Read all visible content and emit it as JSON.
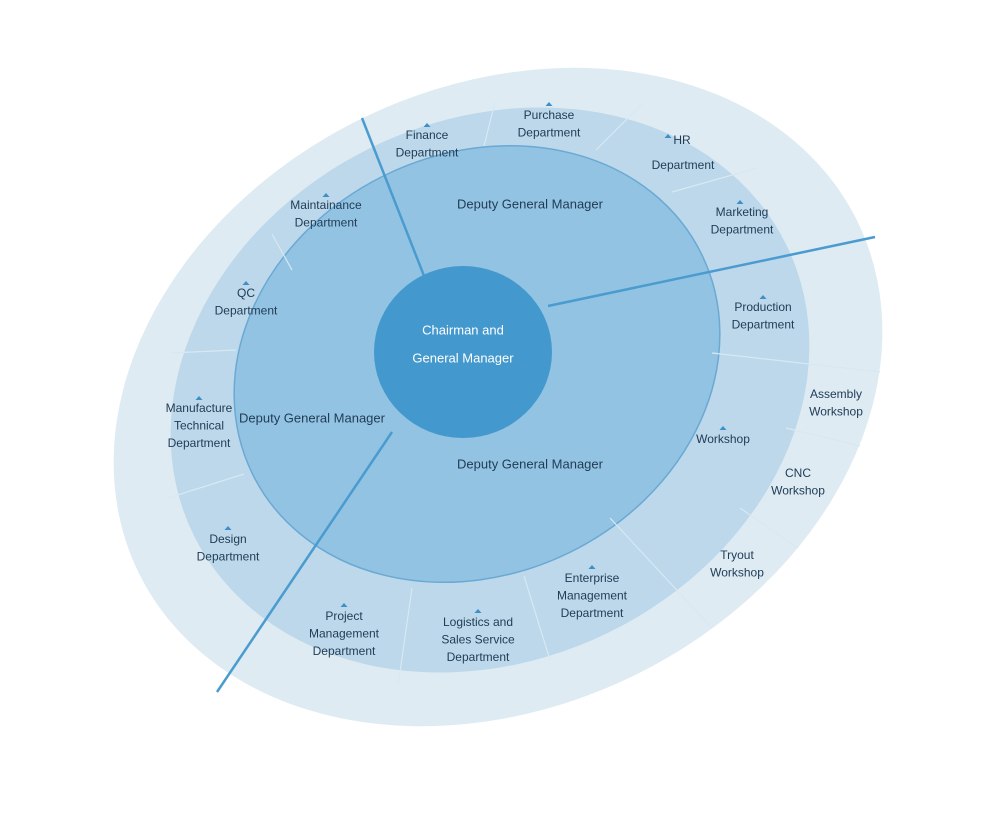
{
  "center": {
    "lines": [
      "Chairman and",
      "General Manager"
    ]
  },
  "deputies": [
    {
      "id": "top",
      "label": "Deputy General Manager"
    },
    {
      "id": "left",
      "label": "Deputy General Manager"
    },
    {
      "id": "bottom",
      "label": "Deputy General Manager"
    }
  ],
  "departments": [
    {
      "id": "finance",
      "lines": [
        "Finance",
        "Department"
      ]
    },
    {
      "id": "purchase",
      "lines": [
        "Purchase",
        "Department"
      ]
    },
    {
      "id": "hr",
      "lines": [
        "HR",
        "Department"
      ]
    },
    {
      "id": "marketing",
      "lines": [
        "Marketing",
        "Department"
      ]
    },
    {
      "id": "production",
      "lines": [
        "Production",
        "Department"
      ]
    },
    {
      "id": "workshop",
      "lines": [
        "Workshop"
      ]
    },
    {
      "id": "enterprise",
      "lines": [
        "Enterprise",
        "Management",
        "Department"
      ]
    },
    {
      "id": "logistics",
      "lines": [
        "Logistics and",
        "Sales Service",
        "Department"
      ]
    },
    {
      "id": "project",
      "lines": [
        "Project",
        "Management",
        "Department"
      ]
    },
    {
      "id": "design",
      "lines": [
        "Design",
        "Department"
      ]
    },
    {
      "id": "manufacture",
      "lines": [
        "Manufacture",
        "Technical",
        "Department"
      ]
    },
    {
      "id": "qc",
      "lines": [
        "QC",
        "Department"
      ]
    },
    {
      "id": "maintainance",
      "lines": [
        "Maintainance",
        "Department"
      ]
    }
  ],
  "workshops": [
    {
      "id": "assembly",
      "lines": [
        "Assembly",
        "Workshop"
      ]
    },
    {
      "id": "cnc",
      "lines": [
        "CNC",
        "Workshop"
      ]
    },
    {
      "id": "tryout",
      "lines": [
        "Tryout",
        "Workshop"
      ]
    }
  ],
  "colors": {
    "outer_ring": "#deebf3",
    "dept_ring": "#bcd8ea",
    "deputy_ring": "#93c3e2",
    "core": "#4398cd",
    "divider": "#4a9bcf",
    "label": "#1f3b55",
    "core_label": "#ffffff",
    "marker": "#3d8fc6"
  }
}
